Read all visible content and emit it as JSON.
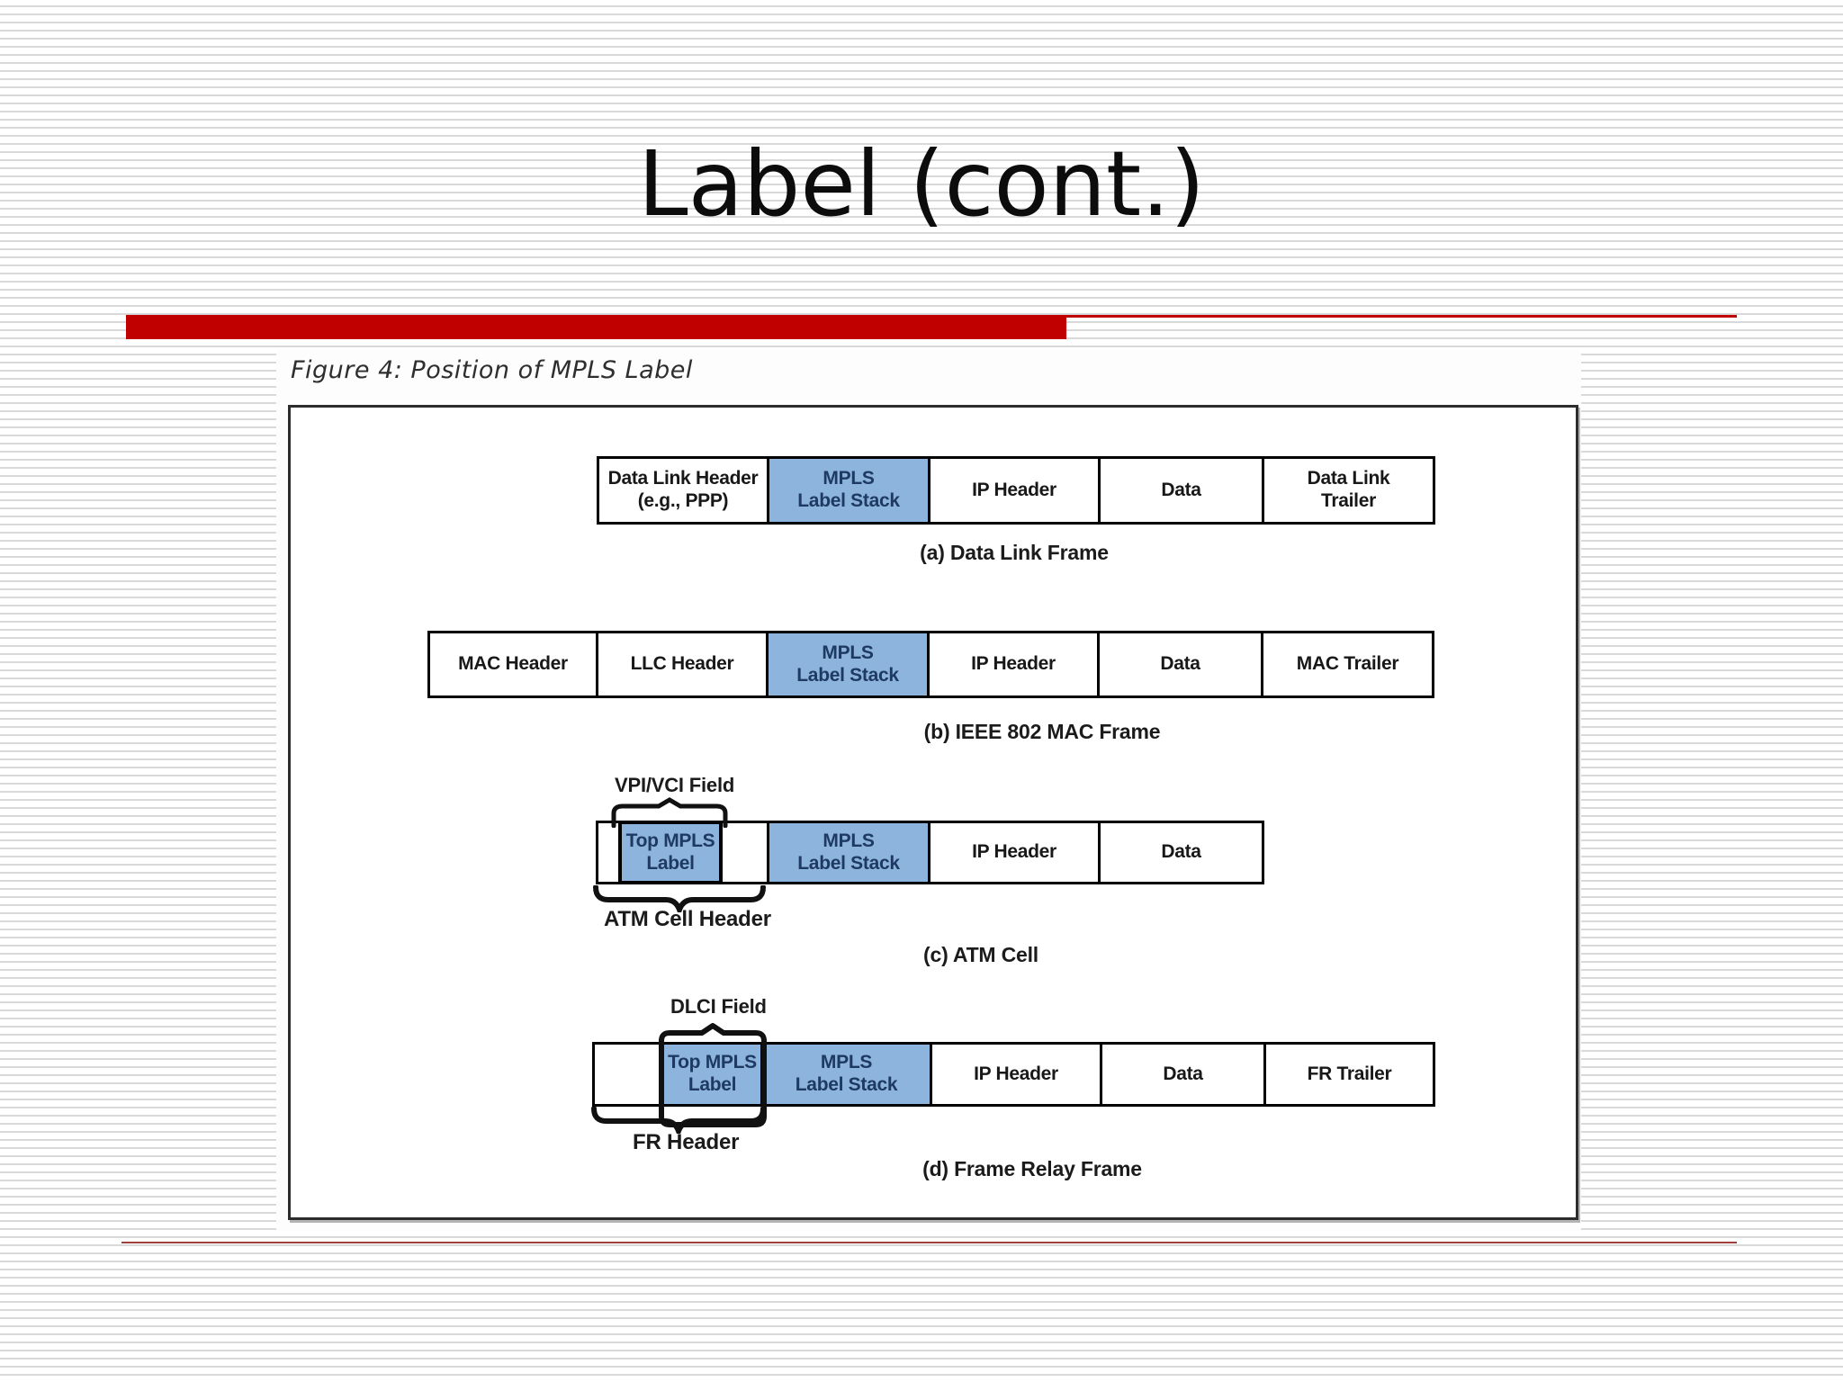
{
  "title": "Label (cont.)",
  "figure": {
    "caption": "Figure 4: Position of MPLS Label",
    "frames": [
      {
        "id": "a",
        "caption": "(a) Data Link Frame",
        "cells": [
          {
            "label": "Data Link Header\n(e.g., PPP)",
            "highlight": false
          },
          {
            "label": "MPLS\nLabel Stack",
            "highlight": true
          },
          {
            "label": "IP Header",
            "highlight": false
          },
          {
            "label": "Data",
            "highlight": false
          },
          {
            "label": "Data Link\nTrailer",
            "highlight": false
          }
        ]
      },
      {
        "id": "b",
        "caption": "(b) IEEE 802 MAC Frame",
        "cells": [
          {
            "label": "MAC Header",
            "highlight": false
          },
          {
            "label": "LLC Header",
            "highlight": false
          },
          {
            "label": "MPLS\nLabel Stack",
            "highlight": true
          },
          {
            "label": "IP Header",
            "highlight": false
          },
          {
            "label": "Data",
            "highlight": false
          },
          {
            "label": "MAC Trailer",
            "highlight": false
          }
        ]
      },
      {
        "id": "c",
        "caption": "(c) ATM Cell",
        "top_annotation": "VPI/VCI Field",
        "bottom_annotation": "ATM Cell Header",
        "cells": [
          {
            "label": "Top MPLS\nLabel",
            "highlight": true
          },
          {
            "label": "MPLS\nLabel Stack",
            "highlight": true
          },
          {
            "label": "IP Header",
            "highlight": false
          },
          {
            "label": "Data",
            "highlight": false
          }
        ]
      },
      {
        "id": "d",
        "caption": "(d) Frame Relay Frame",
        "top_annotation": "DLCI Field",
        "bottom_annotation": "FR Header",
        "cells": [
          {
            "label": "",
            "highlight": false
          },
          {
            "label": "Top MPLS\nLabel",
            "highlight": true
          },
          {
            "label": "MPLS\nLabel Stack",
            "highlight": true
          },
          {
            "label": "IP Header",
            "highlight": false
          },
          {
            "label": "Data",
            "highlight": false
          },
          {
            "label": "FR Trailer",
            "highlight": false
          }
        ]
      }
    ]
  },
  "colors": {
    "accent_red": "#c00000",
    "mpls_highlight_blue": "#8db4dc",
    "navy_cell_text": "#1e3a63",
    "stripe_gray": "#d9d9d9",
    "bottom_rule_red": "#a0403a"
  }
}
